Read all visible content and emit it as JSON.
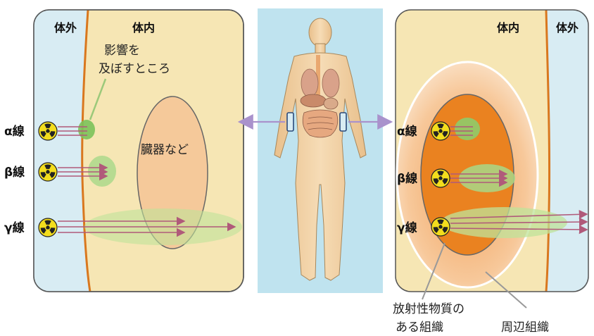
{
  "left_panel": {
    "outside_label": "体外",
    "inside_label": "体内",
    "affected_label_line1": "影響を",
    "affected_label_line2": "及ぼすところ",
    "organ_label": "臓器など",
    "rays": [
      "α線",
      "β線",
      "γ線"
    ]
  },
  "right_panel": {
    "inside_label": "体内",
    "outside_label": "体外",
    "rays": [
      "α線",
      "β線",
      "γ線"
    ],
    "tissue_label_line1": "放射性物質の",
    "tissue_label_line2": "ある組織",
    "surrounding_label": "周辺組織"
  },
  "colors": {
    "outside_bg": "#d8ecf3",
    "inside_bg": "#f6e6b4",
    "skin_line": "#d9771e",
    "arrow": "#b05a7a",
    "connector": "#a992cc",
    "center_bg": "#bfe3ef",
    "body": "#f0cf9f"
  },
  "icons": [
    "radiation-icon",
    "human-body-icon"
  ]
}
